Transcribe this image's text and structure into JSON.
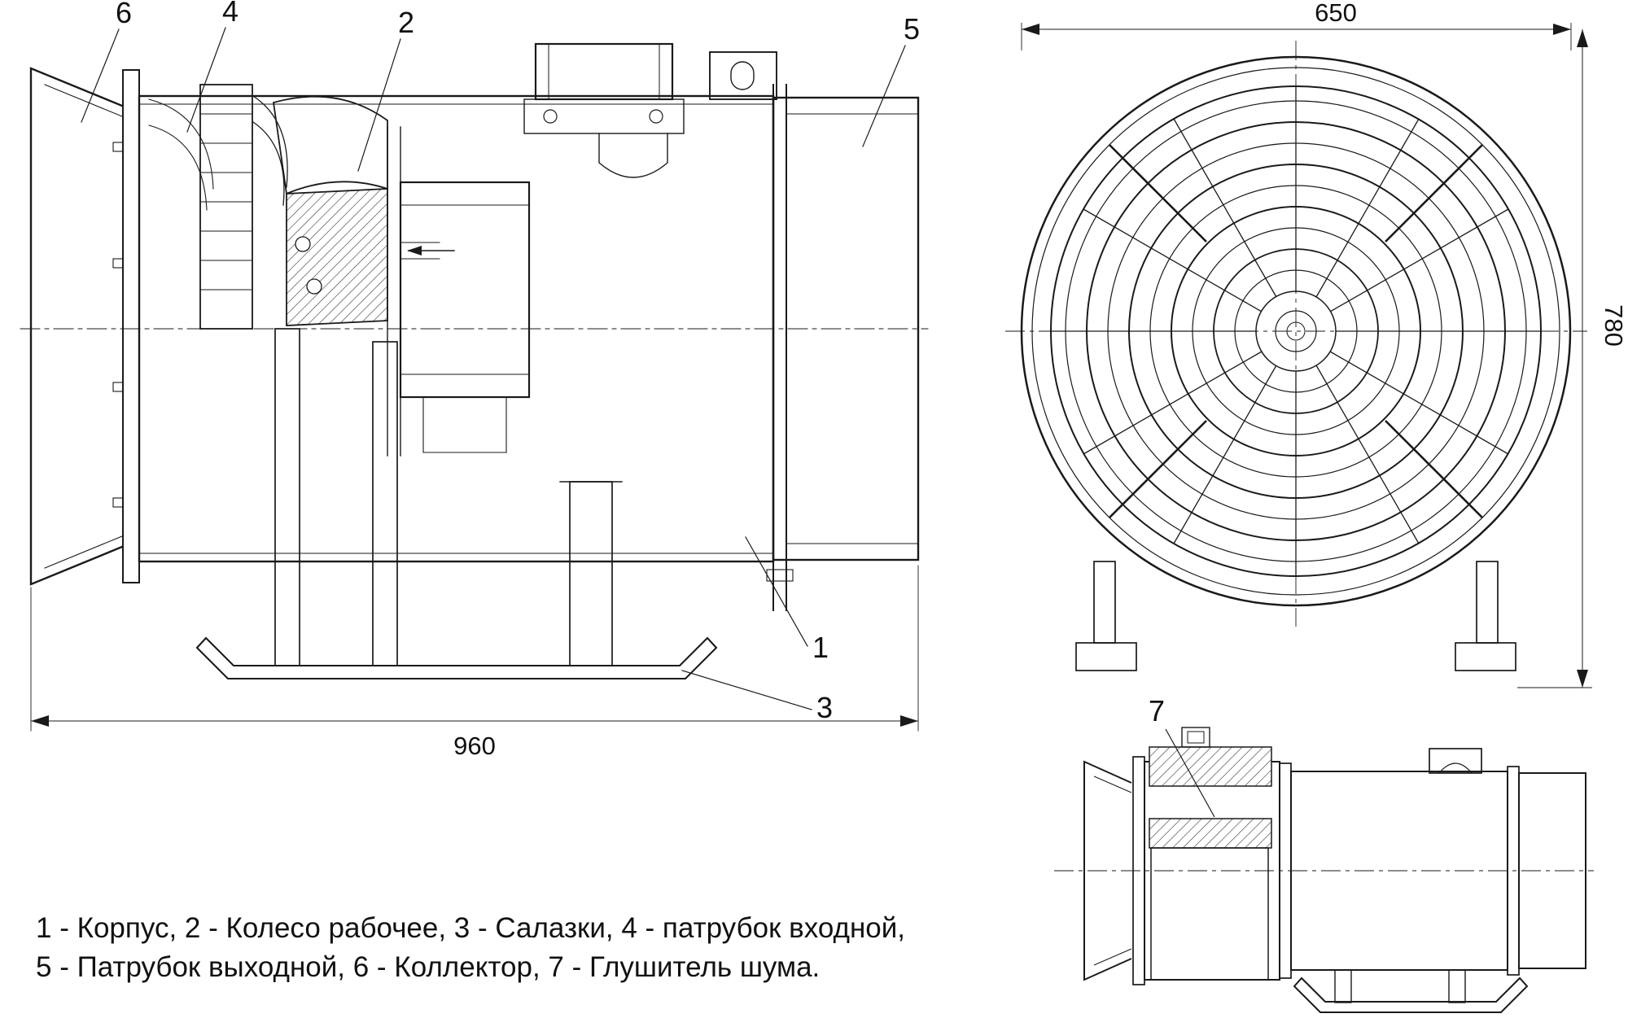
{
  "drawing": {
    "legend": {
      "line1": "1 - Корпус, 2 - Колесо рабочее, 3 - Салазки, 4 - патрубок входной,",
      "line2": "5 - Патрубок выходной, 6 - Коллектор, 7 - Глушитель шума."
    },
    "dimensions": {
      "overall_length": "960",
      "outer_diameter": "650",
      "overall_height": "780"
    },
    "callouts": {
      "korpus": "1",
      "koleso_rabochee": "2",
      "salazki": "3",
      "patrubok_vkhodnoy": "4",
      "patrubok_vykhodnoy": "5",
      "kollektor": "6",
      "glushitel_shuma": "7"
    }
  }
}
